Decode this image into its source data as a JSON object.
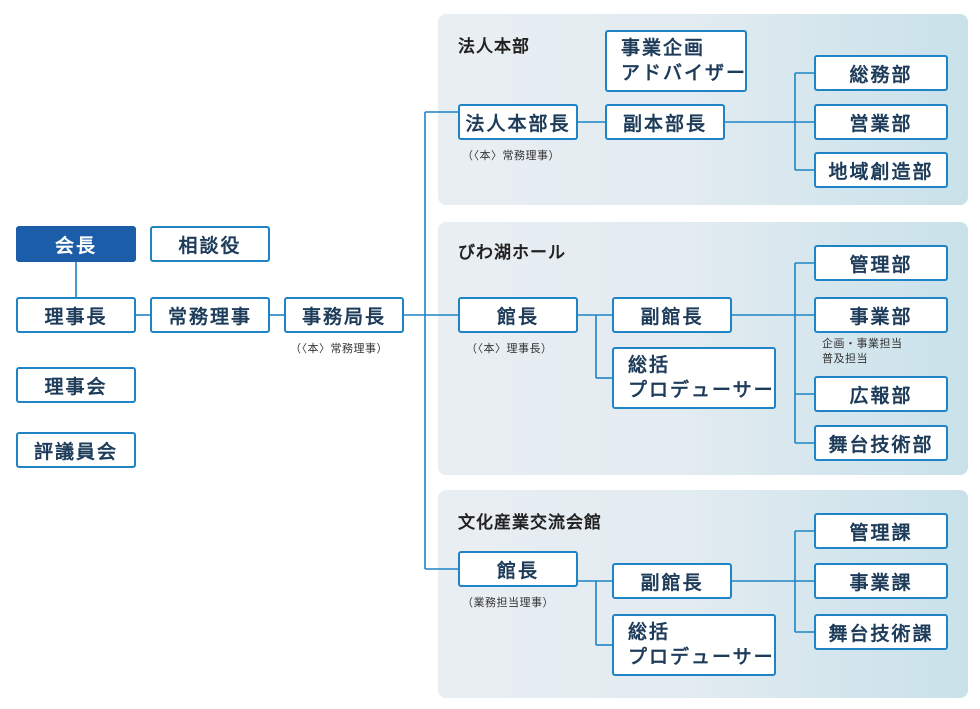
{
  "colors": {
    "line": "#1e84c5",
    "box_border": "#1e84c5",
    "dark_box": "#1b5da8",
    "panel_start": "#e9eef2",
    "panel_end": "#c9e1ea"
  },
  "left": {
    "chairman": "会長",
    "advisor": "相談役",
    "director": "理事長",
    "managing_director": "常務理事",
    "secretary_general": "事務局長",
    "secretary_general_note": "（〈本〉常務理事）",
    "board": "理事会",
    "council": "評議員会"
  },
  "hq": {
    "title": "法人本部",
    "head": "法人本部長",
    "head_note": "（〈本〉常務理事）",
    "planning_line1": "事業企画",
    "planning_line2": "アドバイザー",
    "deputy": "副本部長",
    "depts": [
      "総務部",
      "営業部",
      "地域創造部"
    ]
  },
  "biwako": {
    "title": "びわ湖ホール",
    "head": "館長",
    "head_note": "（〈本〉理事長）",
    "deputy": "副館長",
    "producer_line1": "総括",
    "producer_line2": "プロデューサー",
    "depts": [
      "管理部",
      "事業部",
      "広報部",
      "舞台技術部"
    ],
    "jigyo_note_line1": "企画・事業担当",
    "jigyo_note_line2": "普及担当"
  },
  "bunka": {
    "title": "文化産業交流会館",
    "head": "館長",
    "head_note": "（業務担当理事）",
    "deputy": "副館長",
    "producer_line1": "総括",
    "producer_line2": "プロデューサー",
    "depts": [
      "管理課",
      "事業課",
      "舞台技術課"
    ]
  }
}
